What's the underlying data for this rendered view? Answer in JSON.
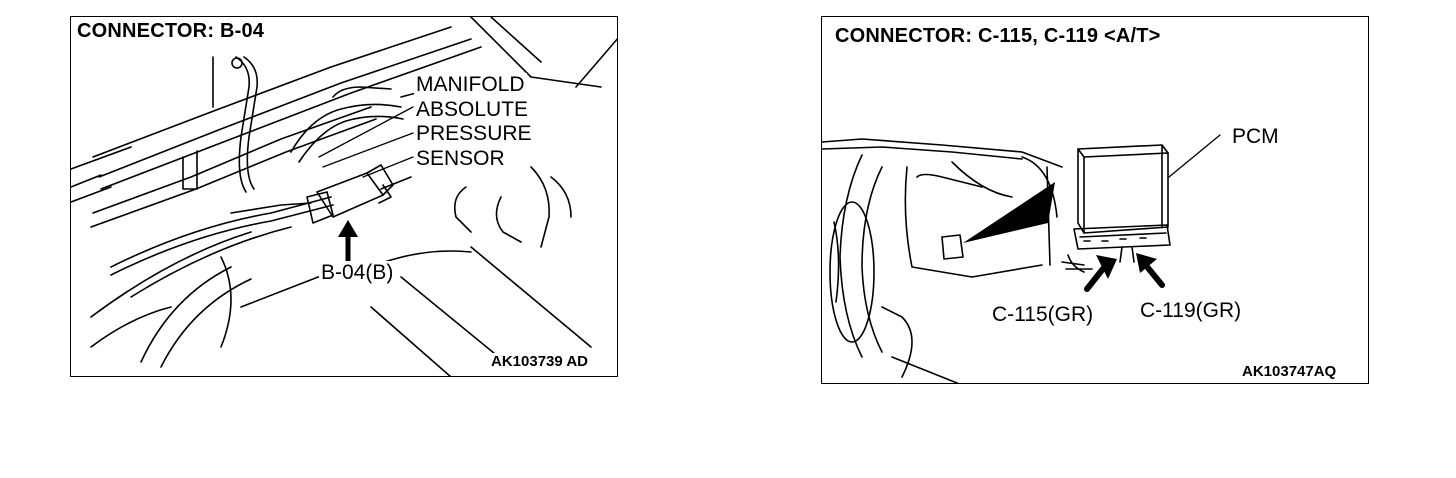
{
  "left_panel": {
    "title": "CONNECTOR: B-04",
    "sensor_label": [
      "MANIFOLD",
      "ABSOLUTE",
      "PRESSURE",
      "SENSOR"
    ],
    "connector_label": "B-04(B)",
    "image_code": "AK103739 AD"
  },
  "right_panel": {
    "title": "CONNECTOR: C-115, C-119 <A/T>",
    "pcm_label": "PCM",
    "connector_label_1": "C-115(GR)",
    "connector_label_2": "C-119(GR)",
    "image_code": "AK103747AQ"
  }
}
